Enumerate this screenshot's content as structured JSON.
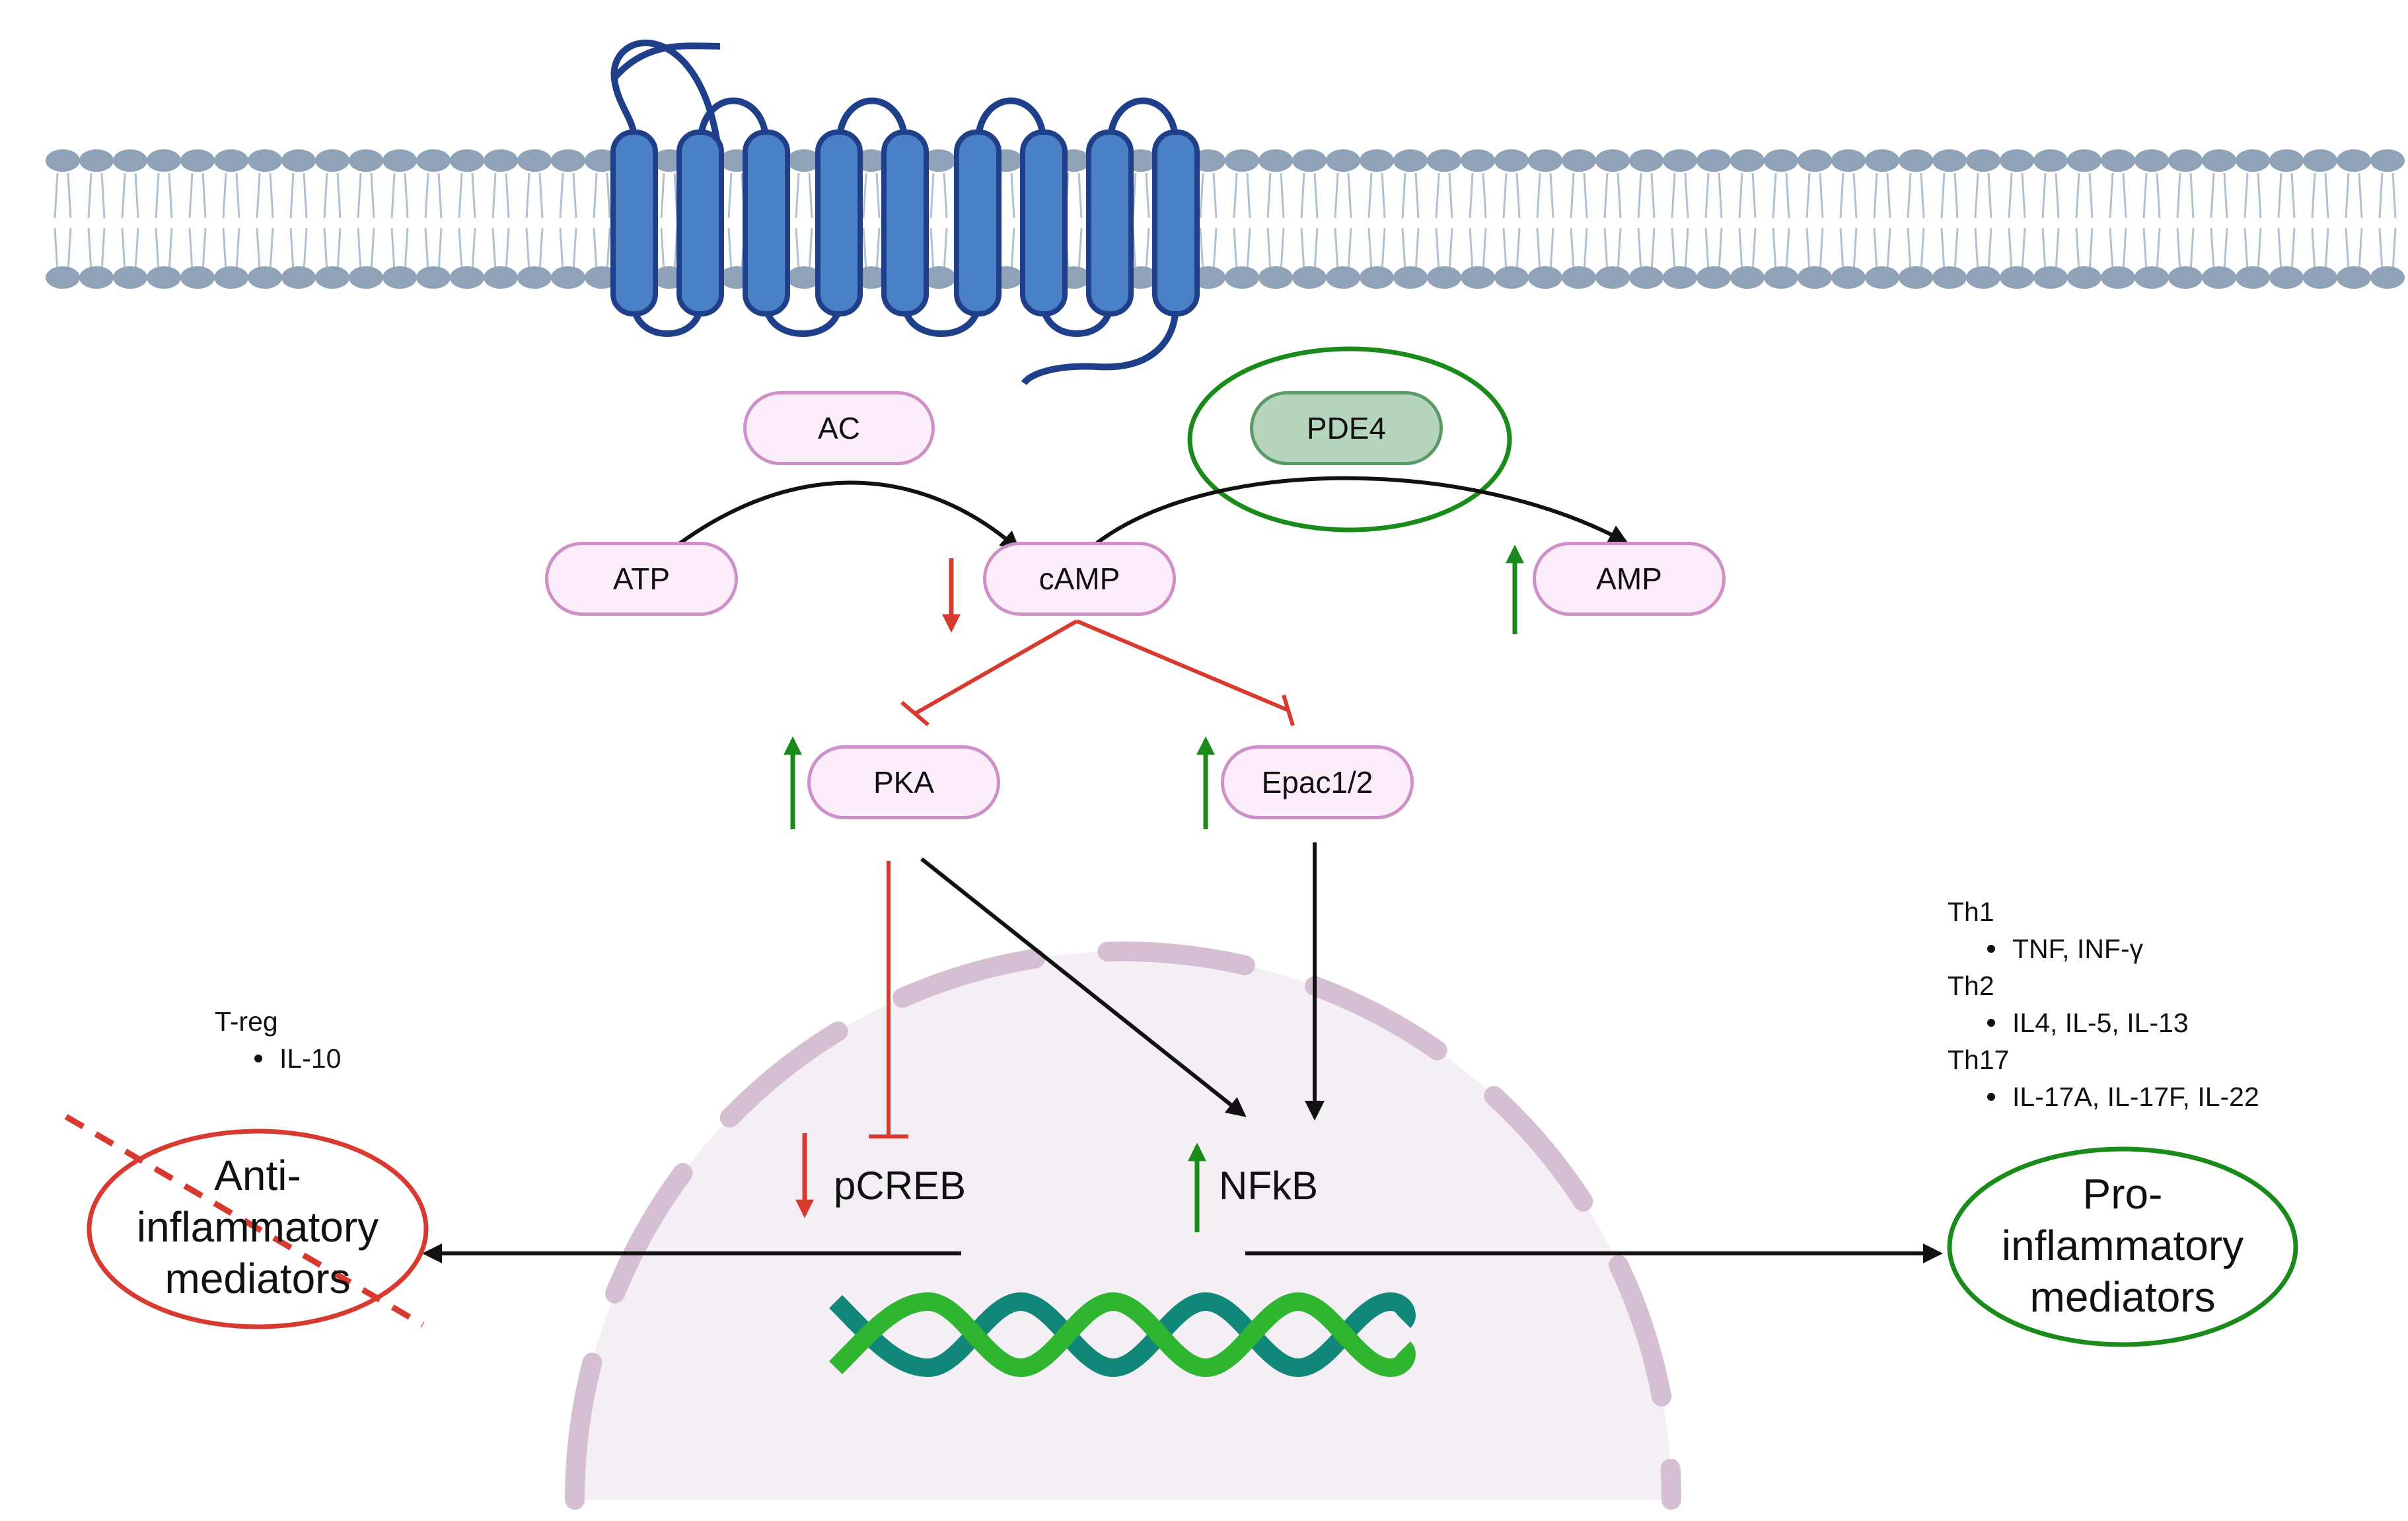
{
  "nodes": {
    "ac": "AC",
    "pde4": "PDE4",
    "atp": "ATP",
    "camp": "cAMP",
    "amp": "AMP",
    "pka": "PKA",
    "epac": "Epac1/2",
    "pcreb": "pCREB",
    "nfkb": "NFkB"
  },
  "anti": {
    "line1": "Anti-",
    "line2": "inflammatory",
    "line3": "mediators"
  },
  "pro": {
    "line1": "Pro-",
    "line2": "inflammatory",
    "line3": "mediators"
  },
  "treg": {
    "title": "T-reg",
    "items": [
      "IL-10"
    ]
  },
  "th": {
    "th1": "Th1",
    "th1_items": [
      "TNF, INF-γ"
    ],
    "th2": "Th2",
    "th2_items": [
      "IL4, IL-5, IL-13"
    ],
    "th17": "Th17",
    "th17_items": [
      "IL-17A, IL-17F, IL-22"
    ]
  },
  "colors": {
    "membrane_head": "#8fa2b7",
    "receptor": "#4a80c5",
    "inhibit_red": "#d83a30",
    "activate_green": "#1a8a1a",
    "dna_dark": "#11877a",
    "dna_light": "#2fb52f"
  }
}
